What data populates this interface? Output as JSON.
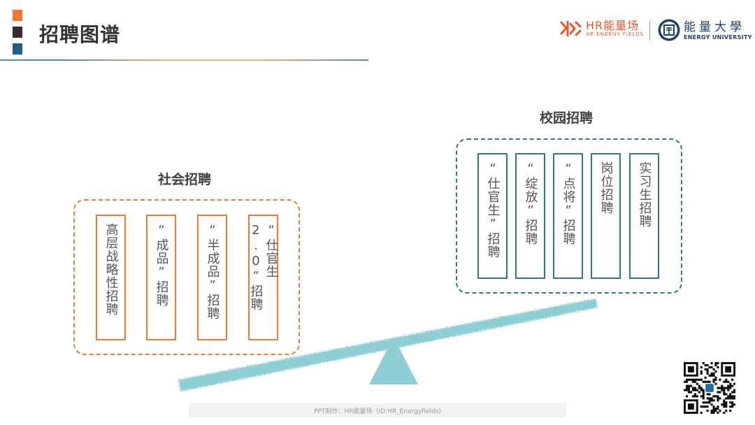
{
  "header": {
    "title": "招聘图谱",
    "marker_colors": [
      "#f07a32",
      "#3a2a2a",
      "#1f5d8c"
    ]
  },
  "logos": {
    "hr": {
      "name": "HR能量场",
      "sub": "HR ENERGY FIELDS",
      "color": "#e8562a"
    },
    "university": {
      "name": "能量大學",
      "sub": "ENERGY UNIVERSITY",
      "color": "#1f3f6e"
    }
  },
  "groups": {
    "social": {
      "title": "社会招聘",
      "color": "#f07a32",
      "cards": [
        "高层战略性招聘",
        "“成品”招聘",
        "“半成品”招聘",
        "“仕官生2.0”招聘"
      ]
    },
    "campus": {
      "title": "校园招聘",
      "color": "#2c7a8a",
      "cards": [
        "“仕官生”招聘",
        "“绽放”招聘",
        "“点将”招聘",
        "岗位招聘",
        "实习生招聘"
      ]
    }
  },
  "seesaw": {
    "color": "#8ecfd6"
  },
  "footer": {
    "text": "PPT制作：HR能量场（ID:HR_Energyfields)"
  },
  "qr": {
    "icon": "qr-code-icon"
  }
}
